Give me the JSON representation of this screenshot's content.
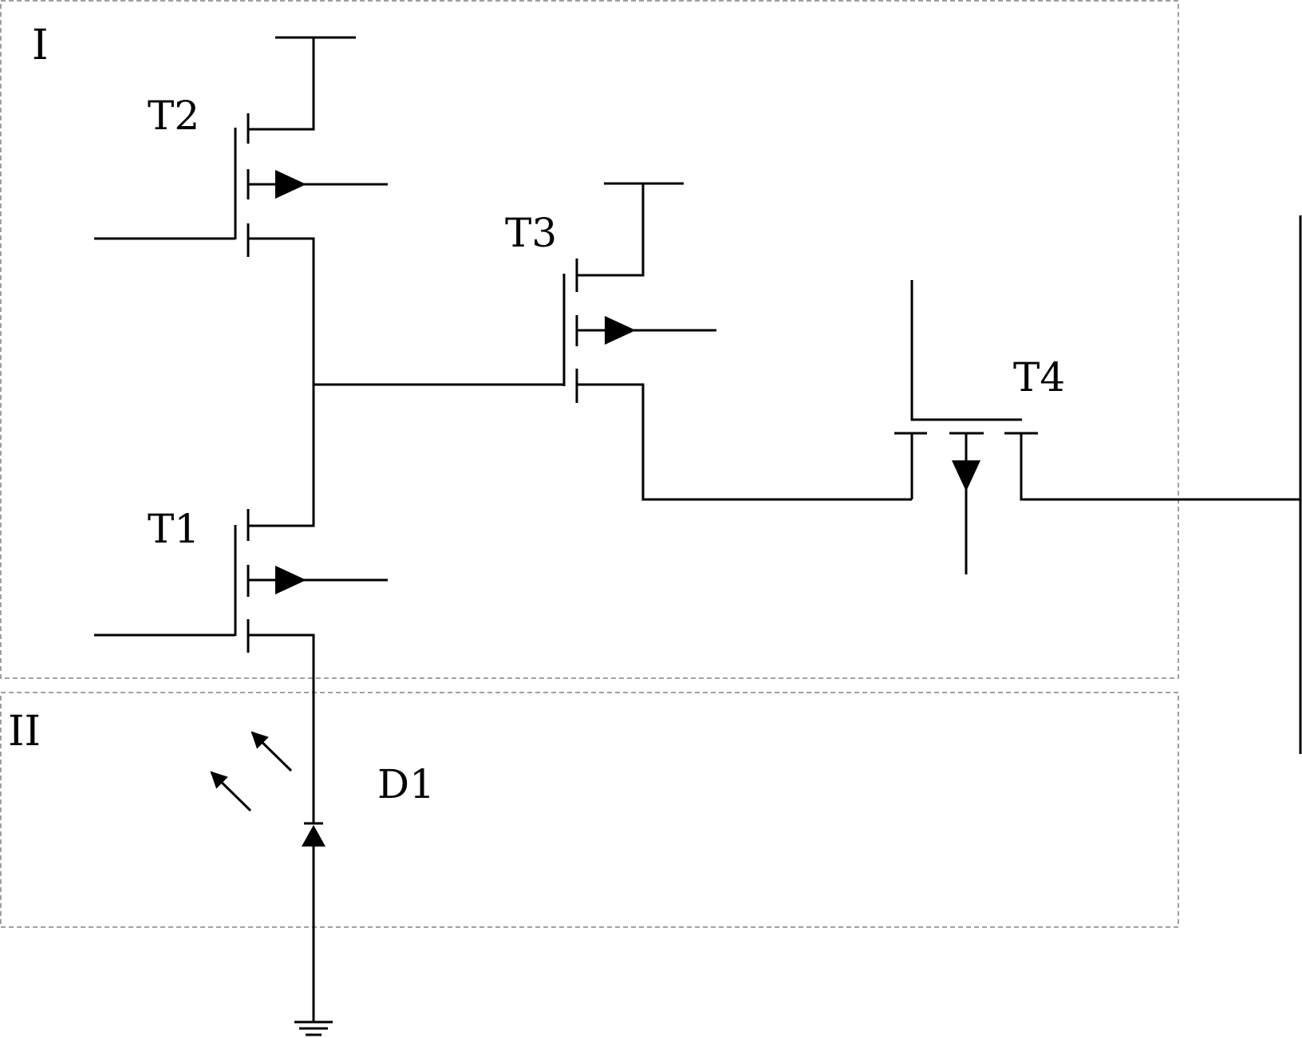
{
  "regions": {
    "region_1_label": "I",
    "region_2_label": "II"
  },
  "components": {
    "t1": "T1",
    "t2": "T2",
    "t3": "T3",
    "t4": "T4",
    "d1": "D1"
  }
}
